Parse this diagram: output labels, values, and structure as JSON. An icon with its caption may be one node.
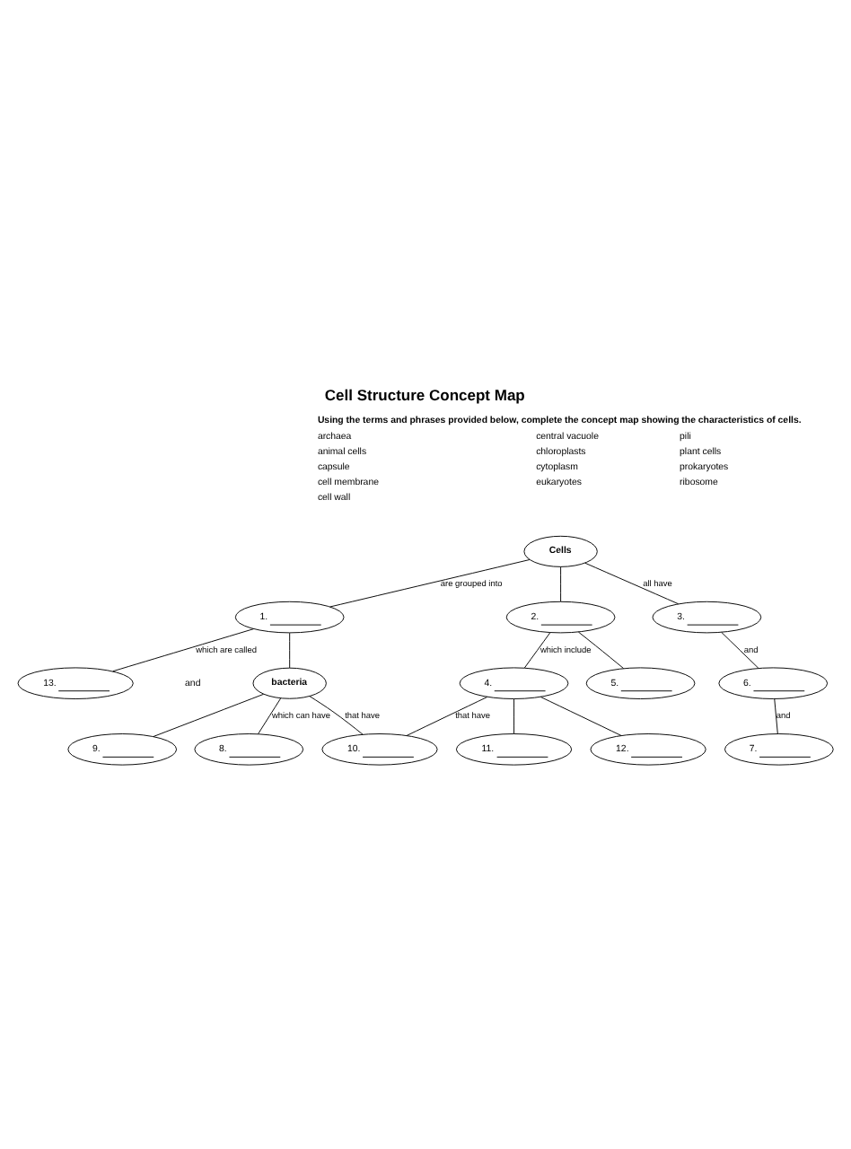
{
  "diagram": {
    "title": "Cell Structure Concept Map",
    "nodes": [
      {
        "text": [
          "Cells"
        ]
      },
      {
        "text": [
          "1."
        ]
      },
      {
        "text": [
          "2."
        ]
      },
      {
        "text": [
          "3."
        ]
      },
      {
        "text": [
          "4."
        ]
      },
      {
        "text": [
          "5."
        ]
      },
      {
        "text": [
          "13."
        ]
      },
      {
        "text": [
          "bacteria"
        ]
      },
      {
        "text": [
          "6."
        ]
      },
      {
        "text": [
          "10."
        ]
      },
      {
        "text": [
          "12."
        ]
      },
      {
        "text": [
          "7."
        ]
      },
      {
        "text": [
          "8."
        ]
      },
      {
        "text": [
          "11."
        ]
      },
      {
        "text": [
          "9."
        ]
      }
    ],
    "edges": [
      {
        "from": 0,
        "to": 1,
        "arrow": "none",
        "label": "are grouped into"
      },
      {
        "from": 0,
        "to": 2,
        "arrow": "none"
      },
      {
        "from": 0,
        "to": 3,
        "arrow": "none",
        "label": "all have"
      },
      {
        "from": 1,
        "to": 6,
        "arrow": "none",
        "label": "which are called"
      },
      {
        "from": 1,
        "to": 7,
        "arrow": "none"
      },
      {
        "from": 2,
        "to": 4,
        "arrow": "none",
        "label": "which include"
      },
      {
        "from": 2,
        "to": 5,
        "arrow": "none"
      },
      {
        "from": 3,
        "to": 8,
        "arrow": "none",
        "label": "and"
      },
      {
        "from": 8,
        "to": 11,
        "arrow": "none",
        "label": "and"
      },
      {
        "from": 7,
        "to": 12,
        "arrow": "none",
        "label": "which can have"
      },
      {
        "from": 7,
        "to": 14,
        "arrow": "none"
      },
      {
        "from": 7,
        "to": 9,
        "arrow": "none",
        "label": "that have"
      },
      {
        "from": 4,
        "to": 9,
        "arrow": "none",
        "label": "that have"
      },
      {
        "from": 4,
        "to": 13,
        "arrow": "none"
      },
      {
        "from": 4,
        "to": 10,
        "arrow": "none"
      }
    ],
    "labels": [
      "Using the terms and phrases provided below, complete the concept map showing the characteristics of cells.",
      "archaea",
      "central vacuole",
      "pili",
      "animal cells",
      "chloroplasts",
      "plant cells",
      "capsule",
      "cytoplasm",
      "prokaryotes",
      "cell membrane",
      "eukaryotes",
      "ribosome",
      "cell wall",
      "and"
    ]
  }
}
